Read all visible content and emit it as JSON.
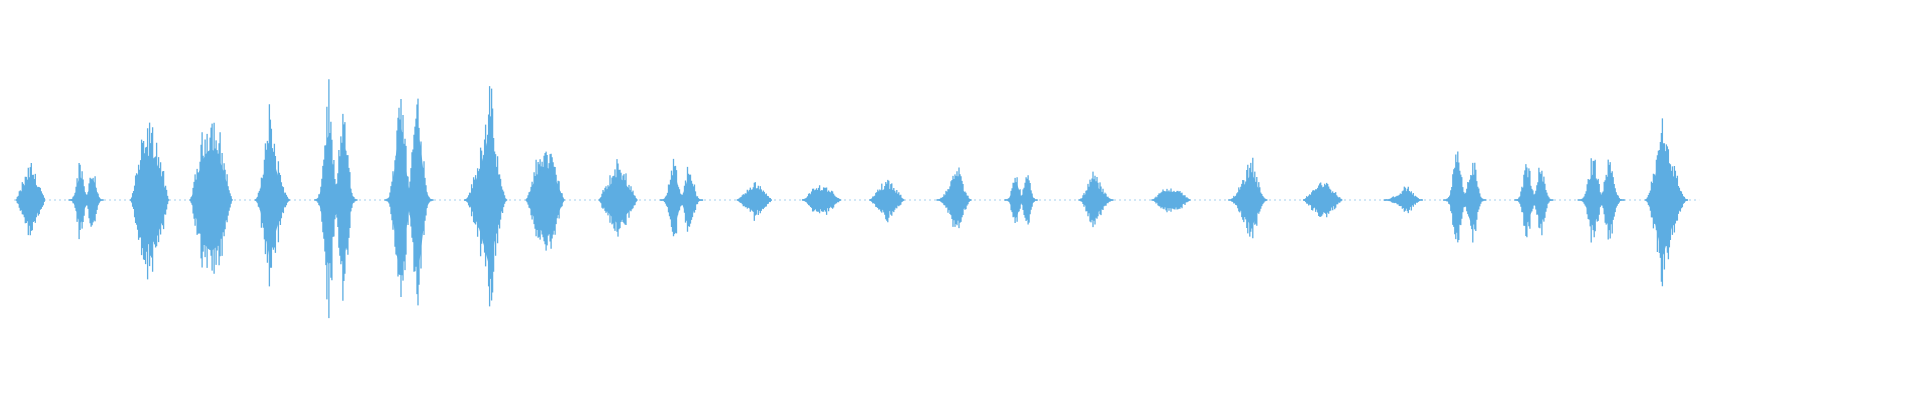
{
  "waveform": {
    "color": "#5dade2",
    "baseline_amplitude": 0.006,
    "duration_fraction": 0.885,
    "bursts": [
      {
        "position": 0.016,
        "width": 0.015,
        "peak": 0.2,
        "shape": "diamond"
      },
      {
        "position": 0.045,
        "width": 0.018,
        "peak": 0.2,
        "shape": "double"
      },
      {
        "position": 0.078,
        "width": 0.02,
        "peak": 0.38,
        "shape": "spindle"
      },
      {
        "position": 0.11,
        "width": 0.022,
        "peak": 0.43,
        "shape": "spindle"
      },
      {
        "position": 0.142,
        "width": 0.018,
        "peak": 0.5,
        "shape": "peak-left"
      },
      {
        "position": 0.175,
        "width": 0.022,
        "peak": 0.56,
        "shape": "double"
      },
      {
        "position": 0.213,
        "width": 0.025,
        "peak": 0.64,
        "shape": "double"
      },
      {
        "position": 0.253,
        "width": 0.022,
        "peak": 0.6,
        "shape": "peak-right"
      },
      {
        "position": 0.284,
        "width": 0.02,
        "peak": 0.28,
        "shape": "spindle"
      },
      {
        "position": 0.322,
        "width": 0.02,
        "peak": 0.21,
        "shape": "diamond"
      },
      {
        "position": 0.355,
        "width": 0.022,
        "peak": 0.21,
        "shape": "double"
      },
      {
        "position": 0.393,
        "width": 0.018,
        "peak": 0.1,
        "shape": "diamond"
      },
      {
        "position": 0.428,
        "width": 0.02,
        "peak": 0.08,
        "shape": "spindle"
      },
      {
        "position": 0.462,
        "width": 0.018,
        "peak": 0.11,
        "shape": "diamond"
      },
      {
        "position": 0.497,
        "width": 0.018,
        "peak": 0.19,
        "shape": "peak-right"
      },
      {
        "position": 0.532,
        "width": 0.017,
        "peak": 0.16,
        "shape": "double"
      },
      {
        "position": 0.571,
        "width": 0.018,
        "peak": 0.17,
        "shape": "peak-left"
      },
      {
        "position": 0.61,
        "width": 0.02,
        "peak": 0.07,
        "shape": "spindle"
      },
      {
        "position": 0.65,
        "width": 0.02,
        "peak": 0.24,
        "shape": "peak-right"
      },
      {
        "position": 0.689,
        "width": 0.02,
        "peak": 0.11,
        "shape": "diamond"
      },
      {
        "position": 0.731,
        "width": 0.02,
        "peak": 0.08,
        "shape": "peak-right"
      },
      {
        "position": 0.763,
        "width": 0.022,
        "peak": 0.24,
        "shape": "double"
      },
      {
        "position": 0.799,
        "width": 0.02,
        "peak": 0.2,
        "shape": "double"
      },
      {
        "position": 0.834,
        "width": 0.024,
        "peak": 0.22,
        "shape": "double"
      },
      {
        "position": 0.868,
        "width": 0.022,
        "peak": 0.5,
        "shape": "peak-left"
      }
    ]
  }
}
